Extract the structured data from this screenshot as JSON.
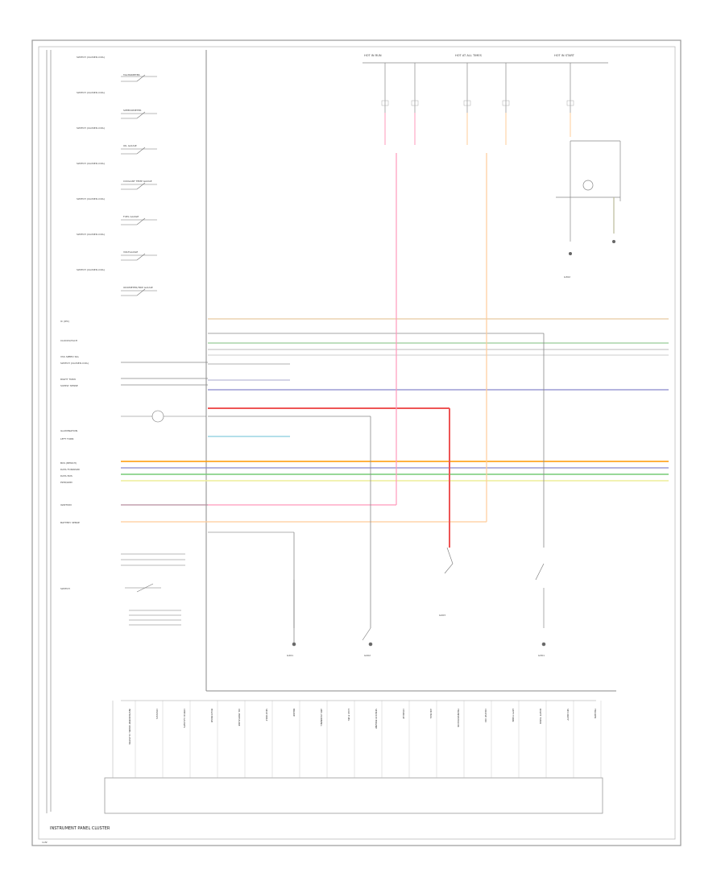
{
  "diagram": {
    "footer_title": "INSTRUMENT PANEL CLUSTER",
    "footer_code": "1of2",
    "left_labels": [
      "SWITCH (CLOSED-COIL)",
      "TACHOMETER",
      "SWITCH (CLOSED-COIL)",
      "SPEEDOMETER",
      "SWITCH (CLOSED-COIL)",
      "OIL GAUGE",
      "SWITCH (CLOSED-COIL)",
      "COOLANT TEMP GAUGE",
      "SWITCH (CLOSED-COIL)",
      "FUEL GAUGE",
      "SWITCH (CLOSED-COIL)",
      "VOLTGAUGE",
      "SWITCH (CLOSED-COIL)",
      "ODOMETER/TRIP GAUGE"
    ],
    "mid_left_labels": [
      "IC (IPC)",
      "CLOCKS/TACH",
      "VSS SPEED SIG",
      "SWITCH (CLOSED-COIL)",
      "RIGHT TURN",
      "SUPPLY SENSE",
      "ILLUMINATION",
      "LEFT TURN",
      "BUS (BENCH)",
      "DATA FORWARD",
      "DATA BUS",
      "PWR/GND",
      "IGNITION",
      "BATTERY SENSE",
      "SWITCH"
    ],
    "bottom_columns": [
      "INSTRUMENT PANEL CLUSTER",
      "CHASSIS",
      "CHECK GAUGES",
      "HIGH BEAM",
      "OIL PRESSURE",
      "SEAT BELT",
      "BRAKE",
      "ABS WARNING",
      "LOW FUEL",
      "SERVICE ENGINE",
      "CHARGE",
      "AIR BAG",
      "TRANSMISSION",
      "CRUISE ON",
      "LEFT TURN",
      "RIGHT TURN",
      "SECURITY",
      "TRAILER"
    ],
    "top_fuses": [
      "HOT IN RUN",
      "HOT AT ALL TIMES",
      "HOT IN START"
    ],
    "ground_labels": [
      "G201",
      "G202",
      "G203",
      "G301",
      "G302"
    ]
  }
}
